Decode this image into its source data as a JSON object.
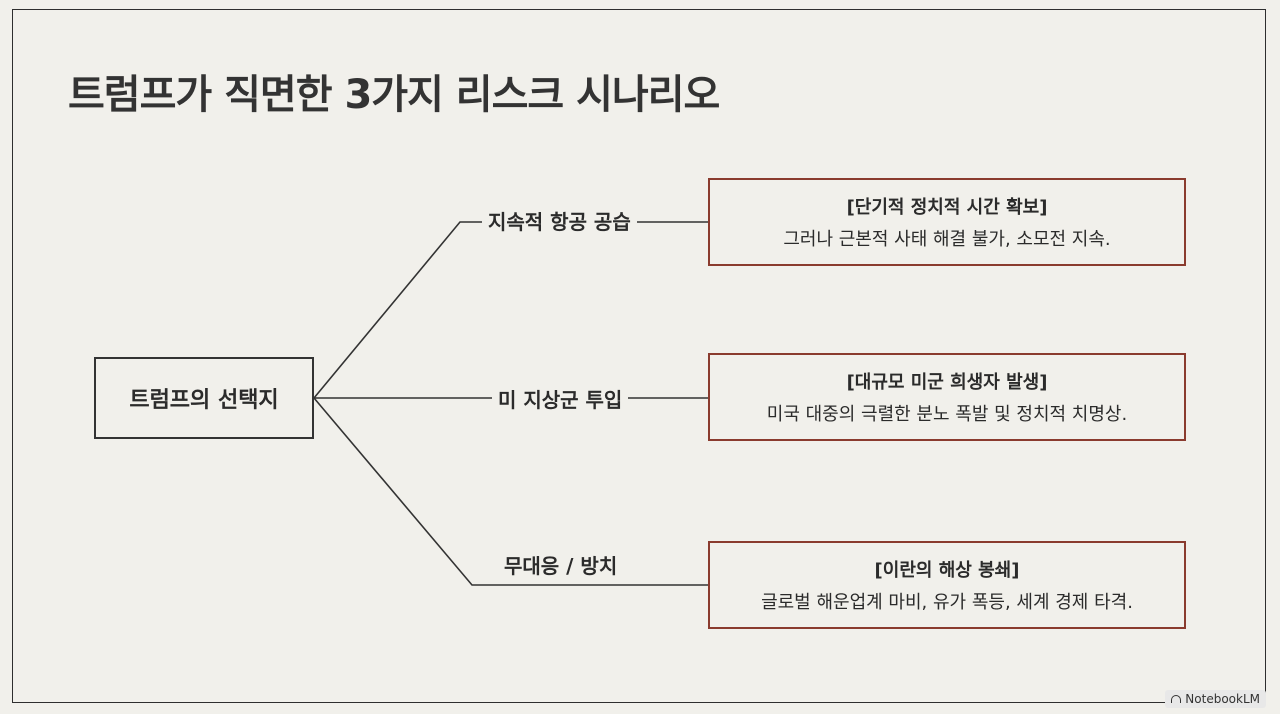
{
  "title": "트럼프가 직면한 3가지 리스크 시나리오",
  "root": {
    "label": "트럼프의 선택지"
  },
  "branches": [
    {
      "label": "지속적 항공 공습",
      "outcome_title": "[단기적 정치적 시간 확보]",
      "outcome_desc": "그러나 근본적 사태 해결 불가, 소모전 지속."
    },
    {
      "label": "미 지상군 투입",
      "outcome_title": "[대규모 미군 희생자 발생]",
      "outcome_desc": "미국 대중의 극렬한 분노 폭발 및 정치적 치명상."
    },
    {
      "label": "무대응 / 방치",
      "outcome_title": "[이란의 해상 봉쇄]",
      "outcome_desc": "글로벌 해운업계 마비, 유가 폭등, 세계 경제 타격."
    }
  ],
  "colors": {
    "background": "#f1f0eb",
    "outcome_border": "#8a3b2e",
    "line": "#333333"
  },
  "brand": {
    "label": "NotebookLM",
    "icon": "notebooklm-logo-icon"
  }
}
